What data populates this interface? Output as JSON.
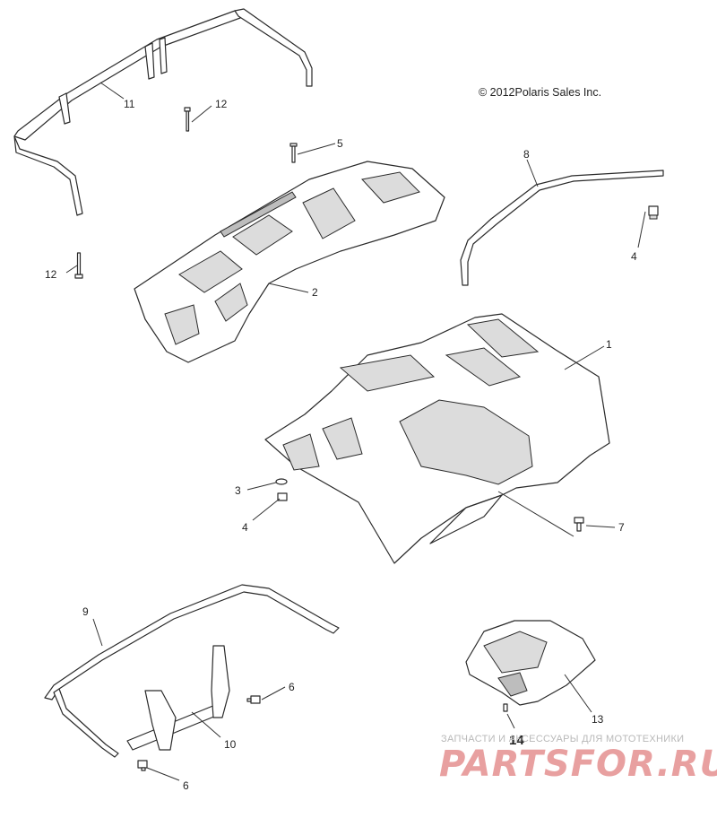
{
  "copyright": "© 2012Polaris Sales Inc.",
  "callouts": {
    "c1": "1",
    "c2": "2",
    "c3": "3",
    "c4a": "4",
    "c4b": "4",
    "c5": "5",
    "c6a": "6",
    "c6b": "6",
    "c7": "7",
    "c8": "8",
    "c9": "9",
    "c10": "10",
    "c11": "11",
    "c12a": "12",
    "c12b": "12",
    "c13": "13",
    "c14": "14"
  },
  "watermark": {
    "tagline": "ЗАПЧАСТИ И АКСЕССУАРЫ ДЛЯ МОТОТЕХНИКИ",
    "logo": "PARTSFOR.RU"
  }
}
